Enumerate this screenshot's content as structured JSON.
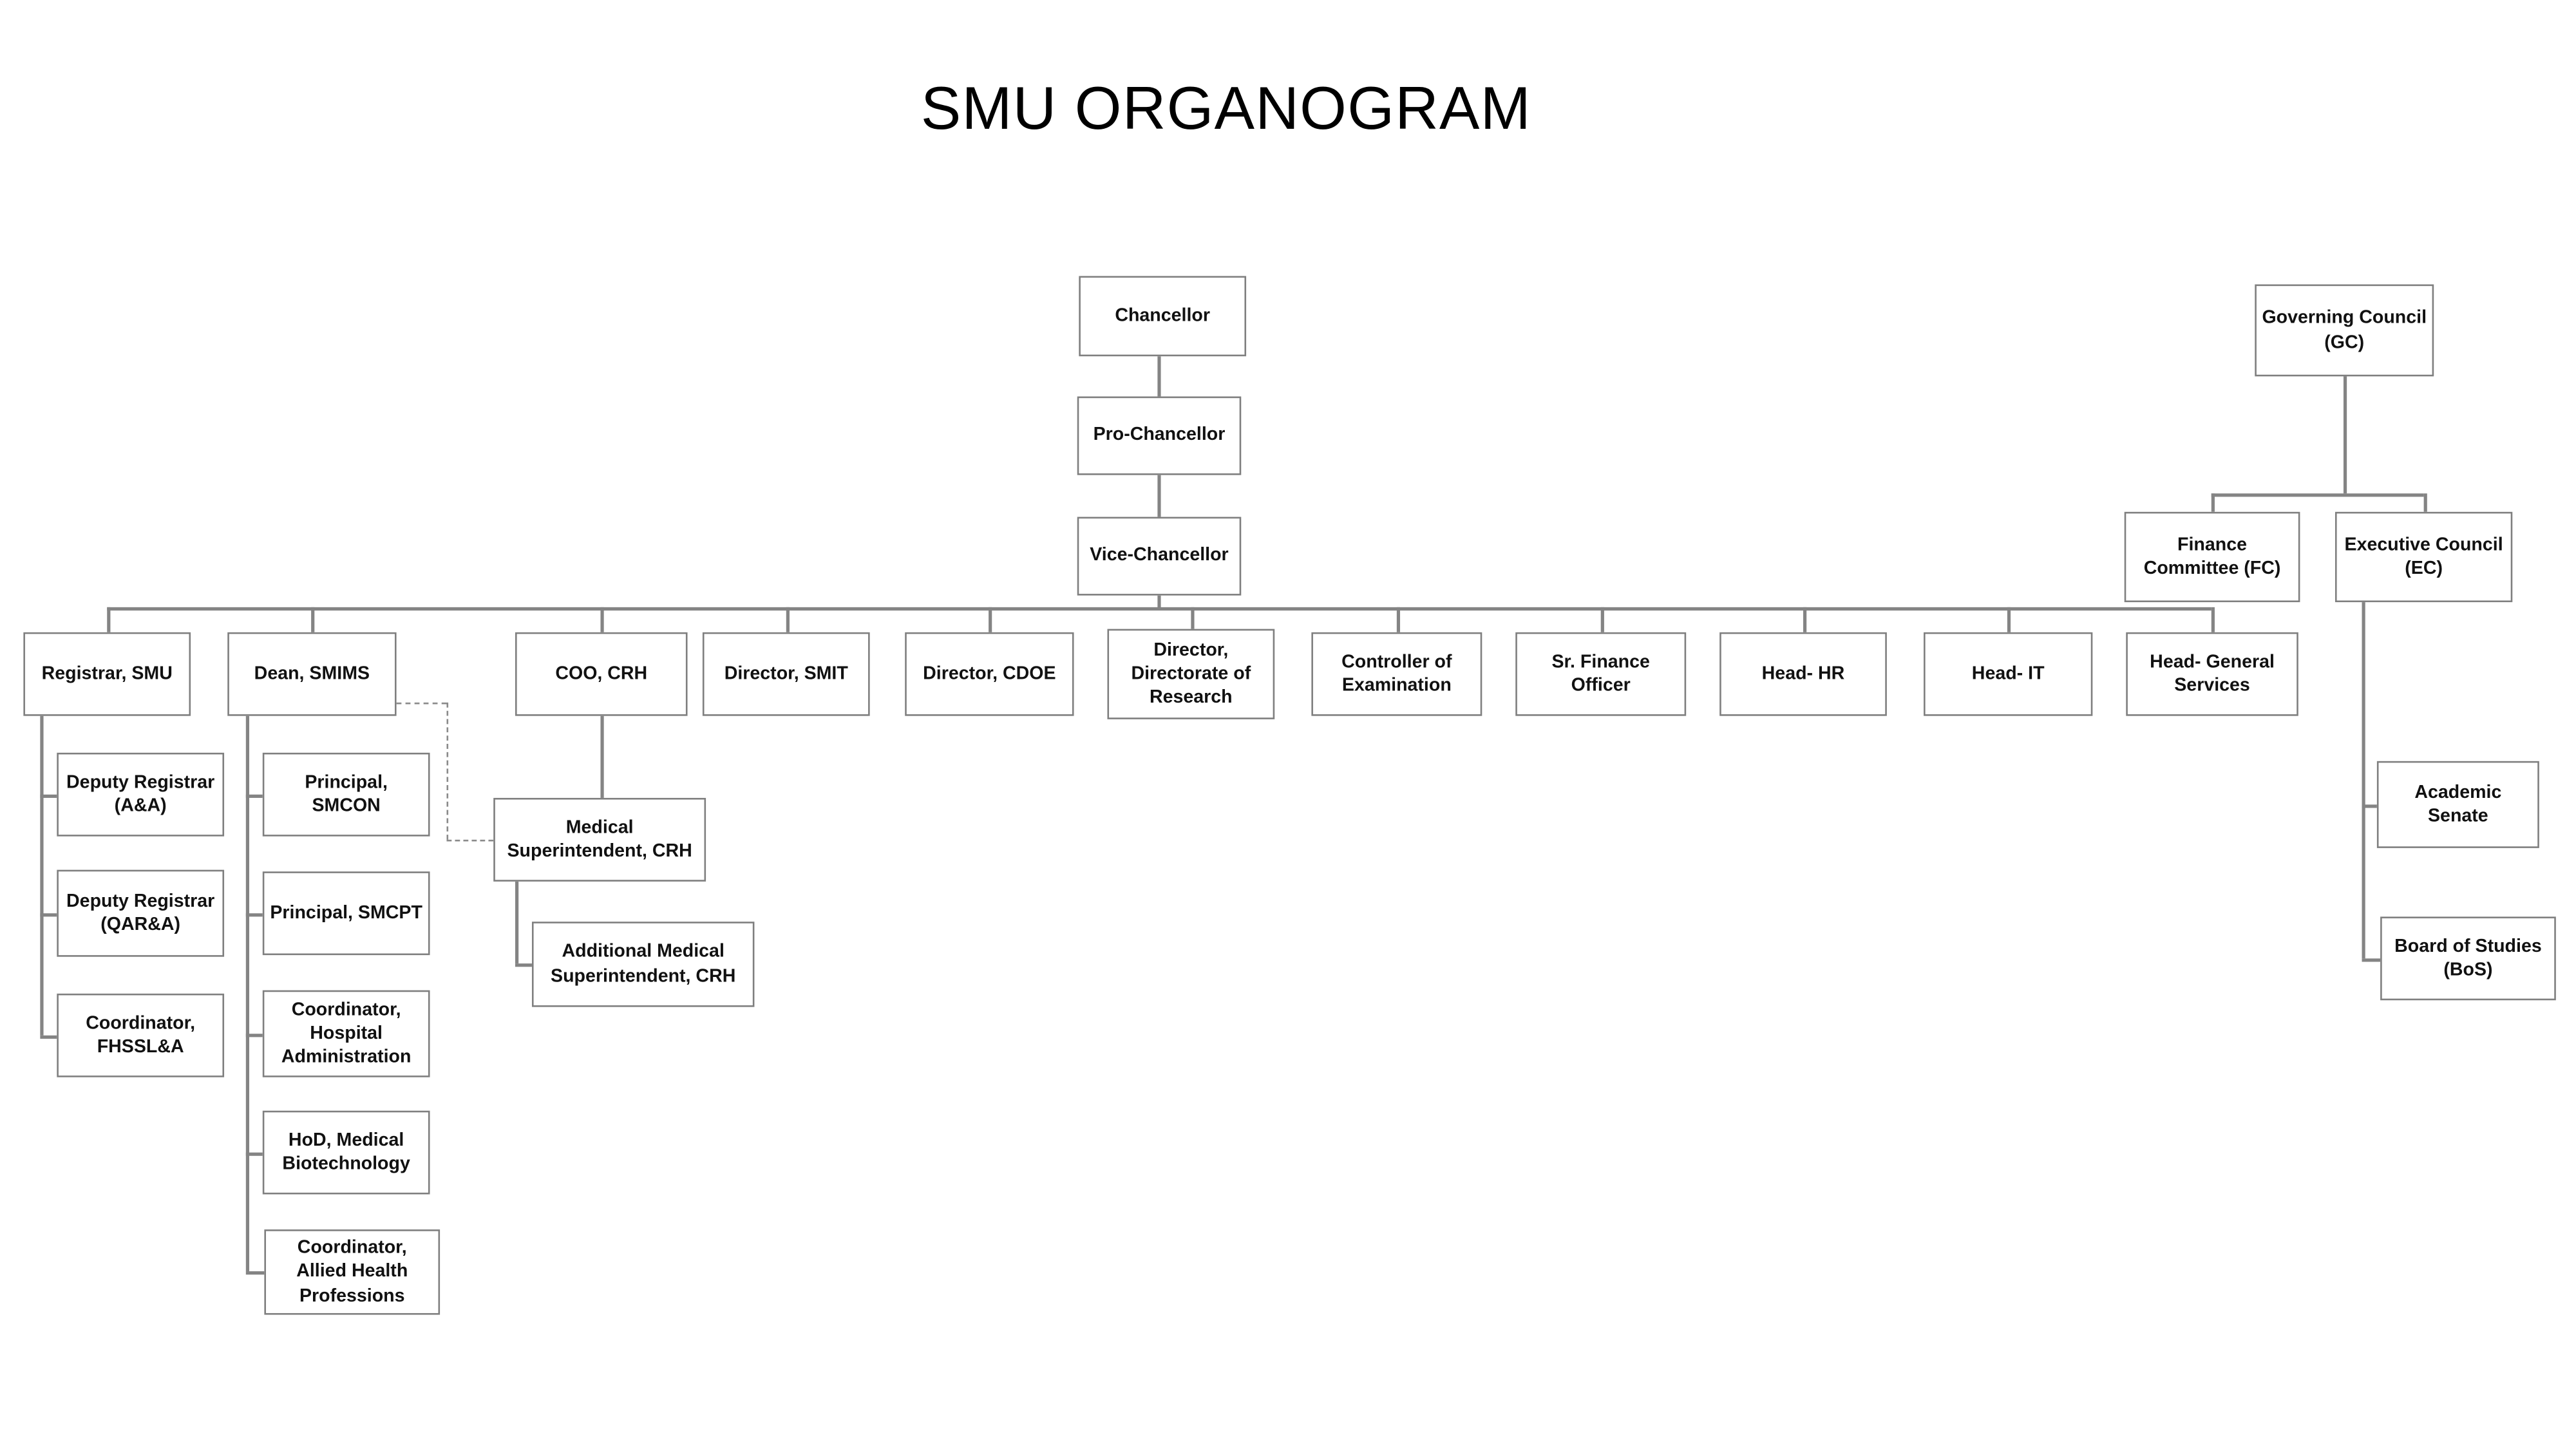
{
  "title": "SMU ORGANOGRAM",
  "nodes": {
    "chancellor": {
      "label": "Chancellor"
    },
    "pro_chancellor": {
      "label": "Pro-Chancellor"
    },
    "vice_chancellor": {
      "label": "Vice-Chancellor"
    },
    "registrar_smu": {
      "label": "Registrar, SMU"
    },
    "dean_smims": {
      "label": "Dean, SMIMS"
    },
    "coo_crh": {
      "label": "COO, CRH"
    },
    "director_smit": {
      "label": "Director, SMIT"
    },
    "director_cdoe": {
      "label": "Director, CDOE"
    },
    "director_research": {
      "label": "Director, Directorate of Research"
    },
    "controller_exam": {
      "label": "Controller of Examination"
    },
    "sr_finance": {
      "label": "Sr. Finance Officer"
    },
    "head_hr": {
      "label": "Head- HR"
    },
    "head_it": {
      "label": "Head- IT"
    },
    "head_general": {
      "label": "Head- General Services"
    },
    "governing_council": {
      "label": "Governing Council (GC)"
    },
    "finance_committee": {
      "label": "Finance Committee (FC)"
    },
    "executive_council": {
      "label": "Executive Council (EC)"
    },
    "academic_senate": {
      "label": "Academic Senate"
    },
    "board_of_studies": {
      "label": "Board of Studies (BoS)"
    },
    "deputy_registrar_aa": {
      "label": "Deputy Registrar (A&A)"
    },
    "deputy_registrar_qara": {
      "label": "Deputy Registrar (QAR&A)"
    },
    "coordinator_fhssla": {
      "label": "Coordinator, FHSSL&A"
    },
    "principal_smcon": {
      "label": "Principal, SMCON"
    },
    "principal_smcpt": {
      "label": "Principal, SMCPT"
    },
    "coordinator_hospital": {
      "label": "Coordinator, Hospital Administration"
    },
    "hod_medical_biotech": {
      "label": "HoD, Medical Biotechnology"
    },
    "coordinator_allied": {
      "label": "Coordinator, Allied Health Professions"
    },
    "medical_superintendent": {
      "label": "Medical Superintendent, CRH"
    },
    "addl_medical_superintendent": {
      "label": "Additional Medical Superintendent, CRH"
    }
  },
  "edges": [
    {
      "from": "chancellor",
      "to": "pro_chancellor",
      "style": "solid"
    },
    {
      "from": "pro_chancellor",
      "to": "vice_chancellor",
      "style": "solid"
    },
    {
      "from": "vice_chancellor",
      "to": "registrar_smu",
      "style": "solid"
    },
    {
      "from": "vice_chancellor",
      "to": "dean_smims",
      "style": "solid"
    },
    {
      "from": "vice_chancellor",
      "to": "coo_crh",
      "style": "solid"
    },
    {
      "from": "vice_chancellor",
      "to": "director_smit",
      "style": "solid"
    },
    {
      "from": "vice_chancellor",
      "to": "director_cdoe",
      "style": "solid"
    },
    {
      "from": "vice_chancellor",
      "to": "director_research",
      "style": "solid"
    },
    {
      "from": "vice_chancellor",
      "to": "controller_exam",
      "style": "solid"
    },
    {
      "from": "vice_chancellor",
      "to": "sr_finance",
      "style": "solid"
    },
    {
      "from": "vice_chancellor",
      "to": "head_hr",
      "style": "solid"
    },
    {
      "from": "vice_chancellor",
      "to": "head_it",
      "style": "solid"
    },
    {
      "from": "vice_chancellor",
      "to": "head_general",
      "style": "solid"
    },
    {
      "from": "registrar_smu",
      "to": "deputy_registrar_aa",
      "style": "solid"
    },
    {
      "from": "registrar_smu",
      "to": "deputy_registrar_qara",
      "style": "solid"
    },
    {
      "from": "registrar_smu",
      "to": "coordinator_fhssla",
      "style": "solid"
    },
    {
      "from": "dean_smims",
      "to": "principal_smcon",
      "style": "solid"
    },
    {
      "from": "dean_smims",
      "to": "principal_smcpt",
      "style": "solid"
    },
    {
      "from": "dean_smims",
      "to": "coordinator_hospital",
      "style": "solid"
    },
    {
      "from": "dean_smims",
      "to": "hod_medical_biotech",
      "style": "solid"
    },
    {
      "from": "dean_smims",
      "to": "coordinator_allied",
      "style": "solid"
    },
    {
      "from": "coo_crh",
      "to": "medical_superintendent",
      "style": "solid"
    },
    {
      "from": "medical_superintendent",
      "to": "addl_medical_superintendent",
      "style": "solid"
    },
    {
      "from": "dean_smims",
      "to": "medical_superintendent",
      "style": "dashed"
    },
    {
      "from": "governing_council",
      "to": "finance_committee",
      "style": "solid"
    },
    {
      "from": "governing_council",
      "to": "executive_council",
      "style": "solid"
    },
    {
      "from": "executive_council",
      "to": "academic_senate",
      "style": "solid"
    },
    {
      "from": "executive_council",
      "to": "board_of_studies",
      "style": "solid"
    }
  ]
}
